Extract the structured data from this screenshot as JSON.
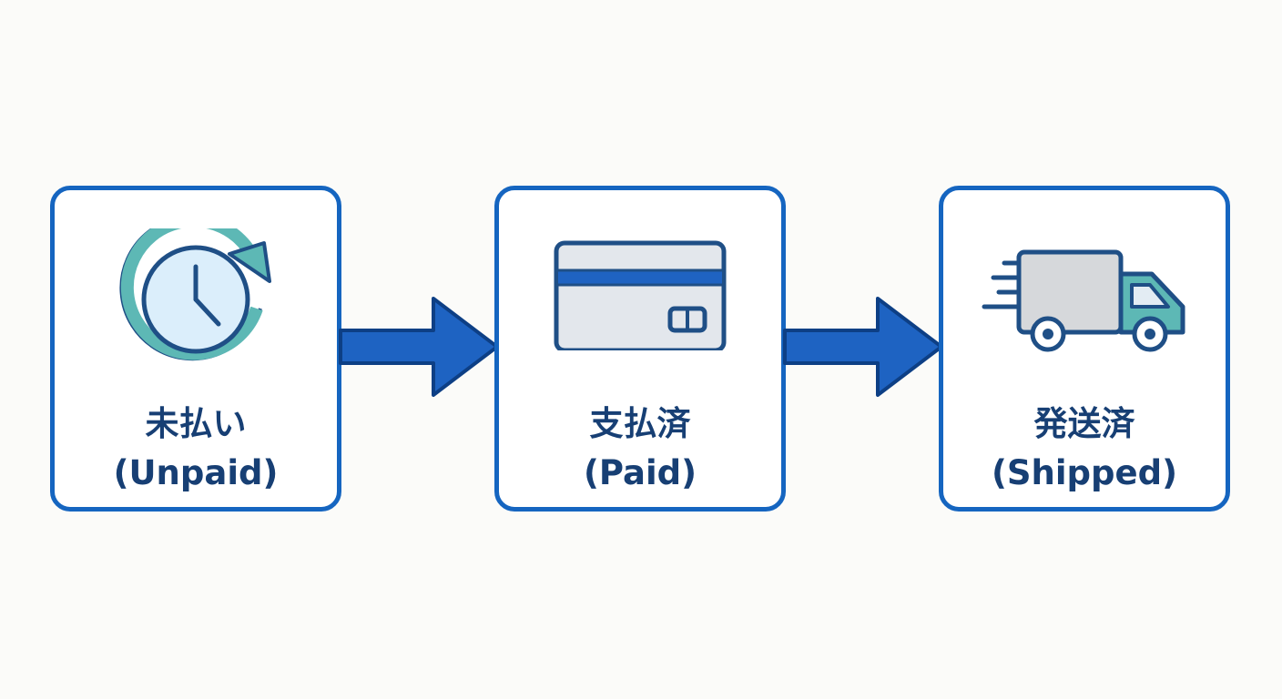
{
  "stages": [
    {
      "label_ja": "未払い",
      "label_en": "(Unpaid)",
      "icon": "clock-refresh-icon"
    },
    {
      "label_ja": "支払済",
      "label_en": "(Paid)",
      "icon": "credit-card-icon"
    },
    {
      "label_ja": "発送済",
      "label_en": "(Shipped)",
      "icon": "delivery-truck-icon"
    }
  ],
  "connectors": [
    "arrow-right-icon",
    "arrow-right-icon"
  ],
  "colors": {
    "border": "#1565c0",
    "arrow": "#1e63c2",
    "text": "#173f74",
    "accent_teal": "#5db8b5",
    "icon_fill_light": "#e3e7ec",
    "background": "#fbfbf9"
  }
}
